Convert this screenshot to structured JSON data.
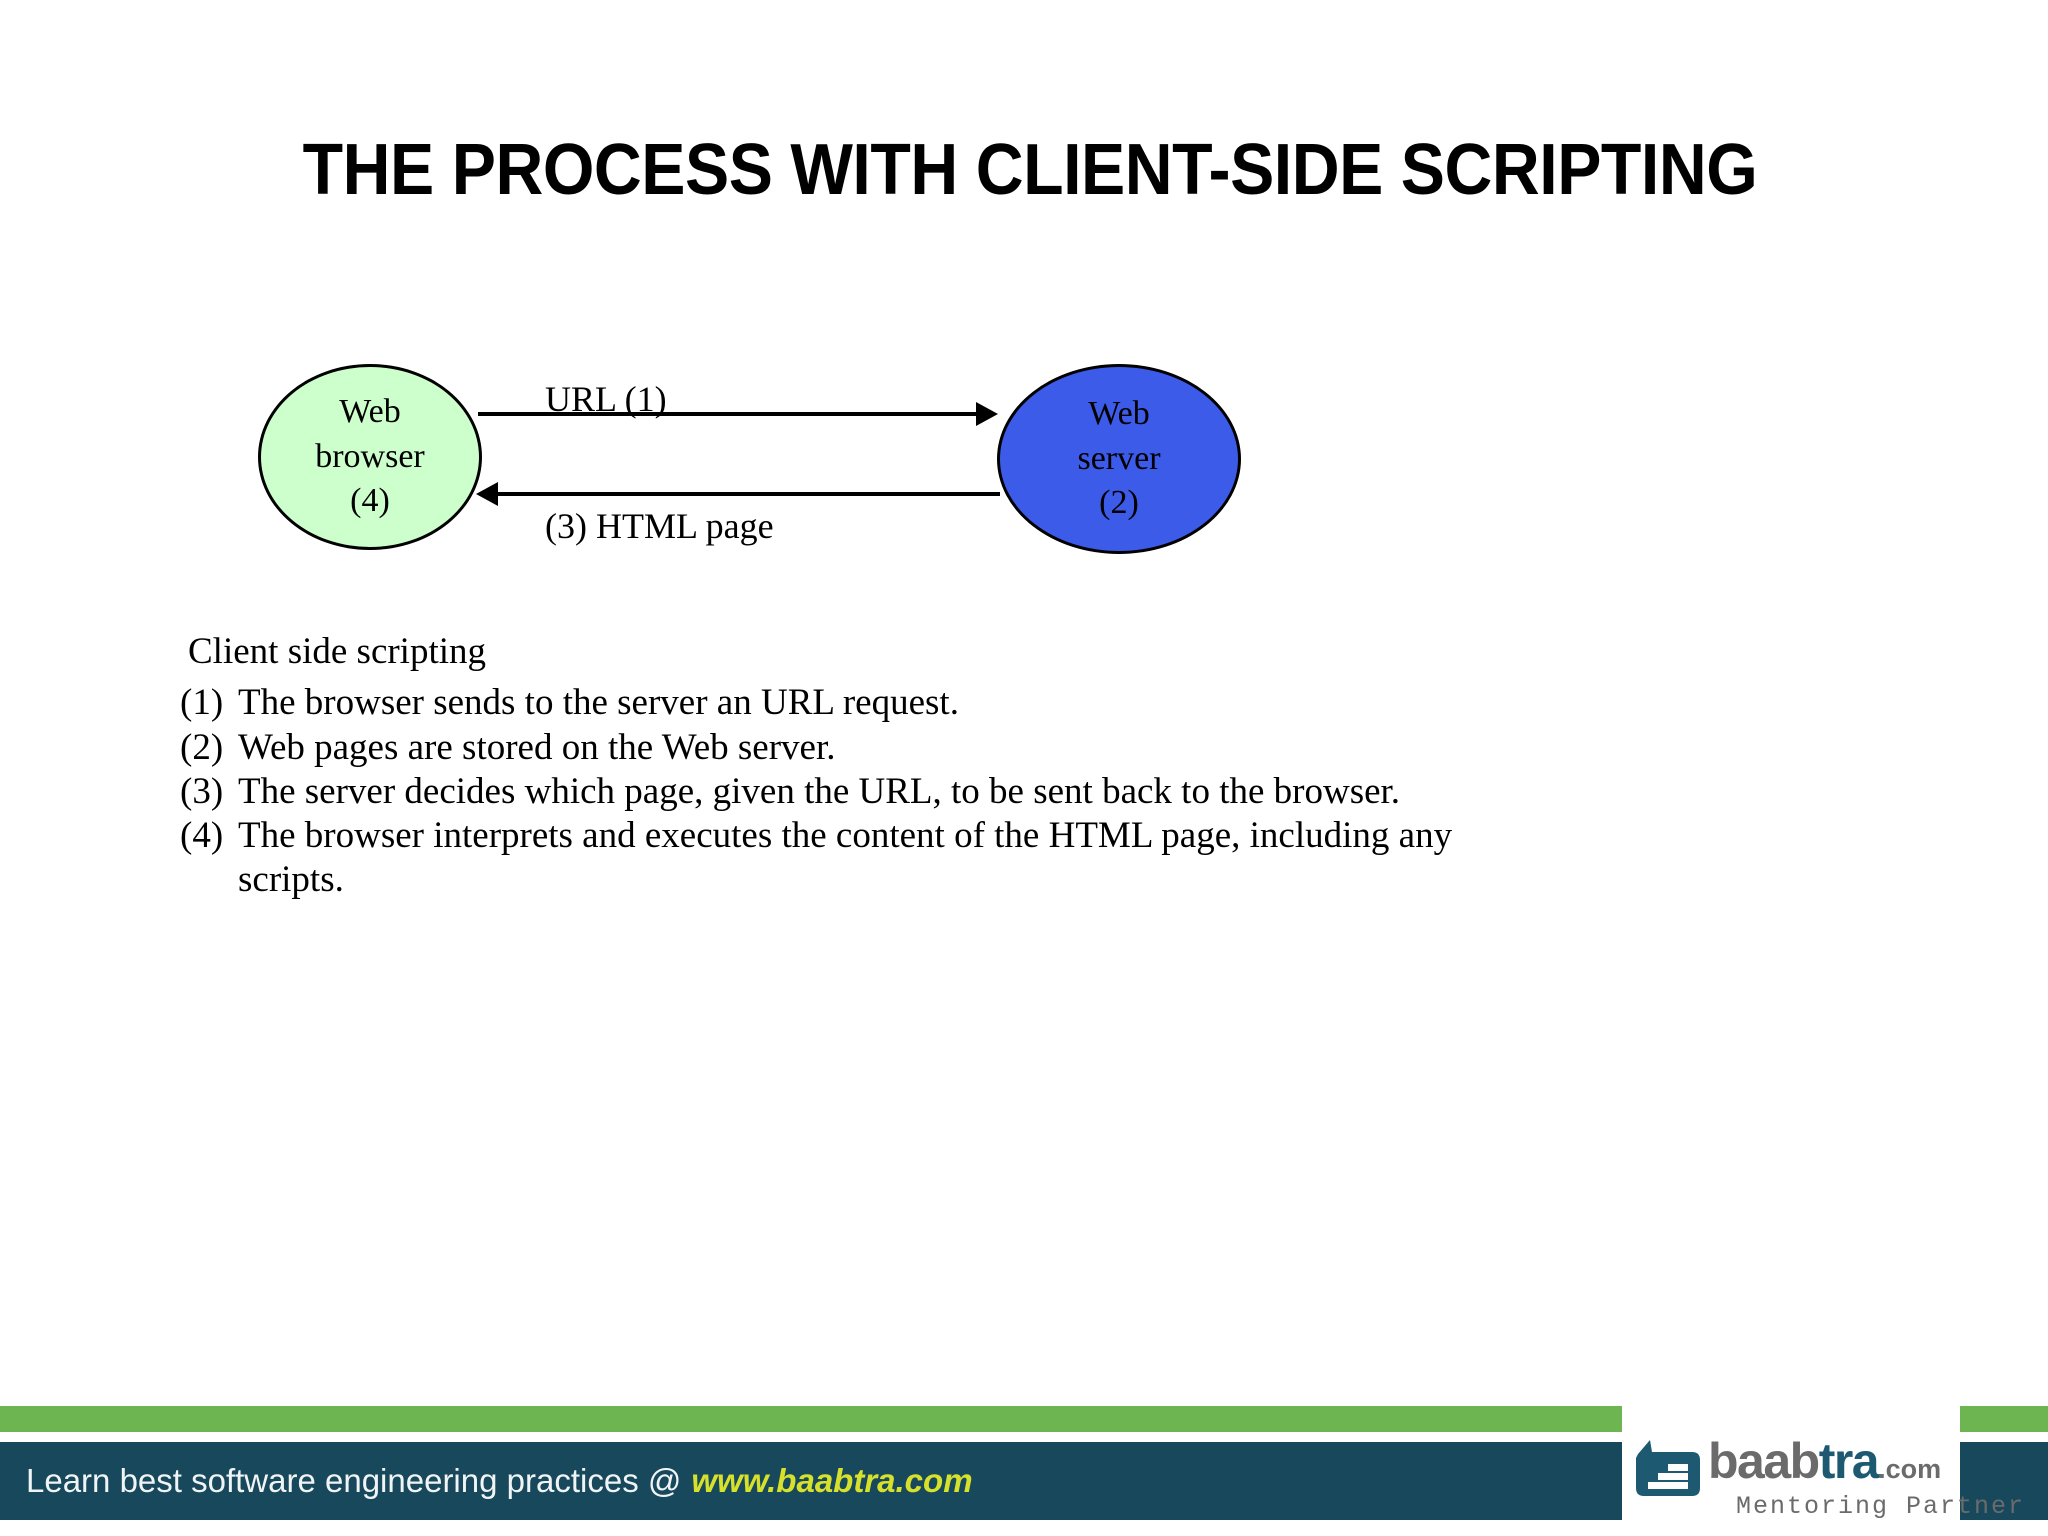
{
  "slide": {
    "title": "THE PROCESS WITH CLIENT-SIDE SCRIPTING",
    "background_color": "#FFFFFF"
  },
  "diagram": {
    "nodes": [
      {
        "id": "web-browser",
        "lines": [
          "Web",
          "browser",
          "(4)"
        ],
        "fill_color": "#CCFFCC",
        "stroke_color": "#000000",
        "shape": "ellipse"
      },
      {
        "id": "web-server",
        "lines": [
          "Web",
          "server",
          "(2)"
        ],
        "fill_color": "#3B5BE8",
        "stroke_color": "#000000",
        "shape": "ellipse"
      }
    ],
    "edges": [
      {
        "id": "request",
        "label": "URL (1)",
        "direction": "browser-to-server",
        "color": "#000000"
      },
      {
        "id": "response",
        "label": "(3) HTML page",
        "direction": "server-to-browser",
        "color": "#000000"
      }
    ]
  },
  "notes": {
    "heading": "Client side scripting",
    "items": [
      {
        "marker": "(1)",
        "text": "The browser sends to the server an URL request."
      },
      {
        "marker": "(2)",
        "text": "Web pages are stored on the Web server."
      },
      {
        "marker": "(3)",
        "text": "The server decides which page, given the URL, to be sent back to the browser."
      },
      {
        "marker": "(4)",
        "text": "The browser interprets and executes the content of the HTML page, including any",
        "continuation": "scripts."
      }
    ]
  },
  "footer": {
    "tagline": "Learn best software engineering practices @",
    "url": "www.baabtra.com",
    "band_color": "#17485C",
    "accent_color": "#6DB550",
    "url_color": "#D7E02A",
    "logo": {
      "name_part1": "baab",
      "name_part2": "tra",
      "name_suffix": ".com",
      "tagline": "Mentoring Partner",
      "mark_color": "#1D5A72",
      "word_color": "#6B6B6B"
    }
  }
}
